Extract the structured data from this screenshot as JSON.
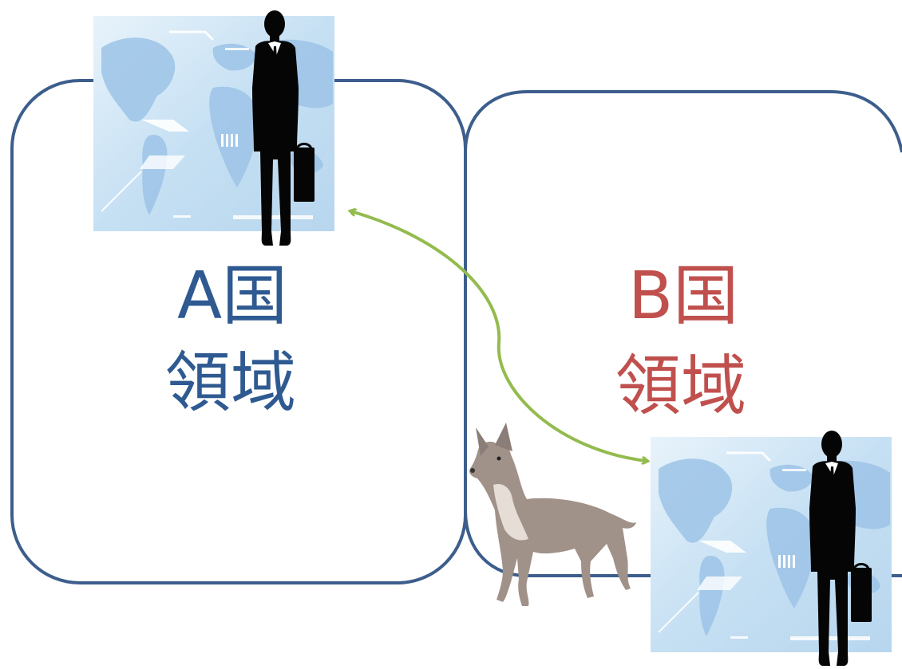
{
  "region_a": {
    "line1": "A国",
    "line2": "領域",
    "color": "#2f5a91"
  },
  "region_b": {
    "line1": "B国",
    "line2": "領域",
    "color": "#c0504d"
  },
  "colors": {
    "frame": "#3d5e8c",
    "arrow": "#93bb4e",
    "map_bg": "#cfe6f6",
    "map_land": "#8fb8e0",
    "dog": "#a09189"
  },
  "icons": [
    "businessman-icon",
    "world-map-icon",
    "dog-icon",
    "double-arrow-icon"
  ]
}
